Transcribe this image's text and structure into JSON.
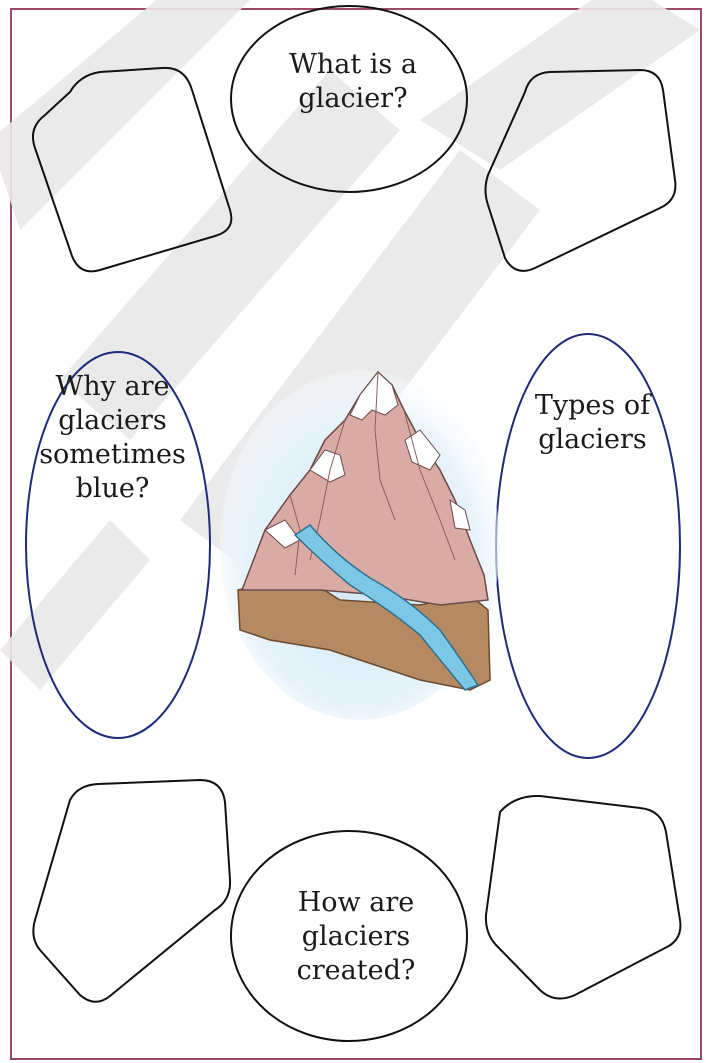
{
  "organizer": {
    "top_bubble": "What is a\nglacier?",
    "left_bubble": "Why are\nglaciers\nsometimes\nblue?",
    "right_bubble": "Types of\nglaciers",
    "bottom_bubble": "How are\nglaciers\ncreated?"
  },
  "colors": {
    "frame": "#9a4a6a",
    "ellipse_blue": "#1f2a7a",
    "outline_black": "#111111",
    "watermark": "#e6e6e6",
    "water": "#7cc6e6",
    "earth": "#b58a62",
    "snow": "#ffffff",
    "rock": "#d8a9a3"
  },
  "icons": {
    "center_picture": "glacier-mountain-illustration"
  }
}
